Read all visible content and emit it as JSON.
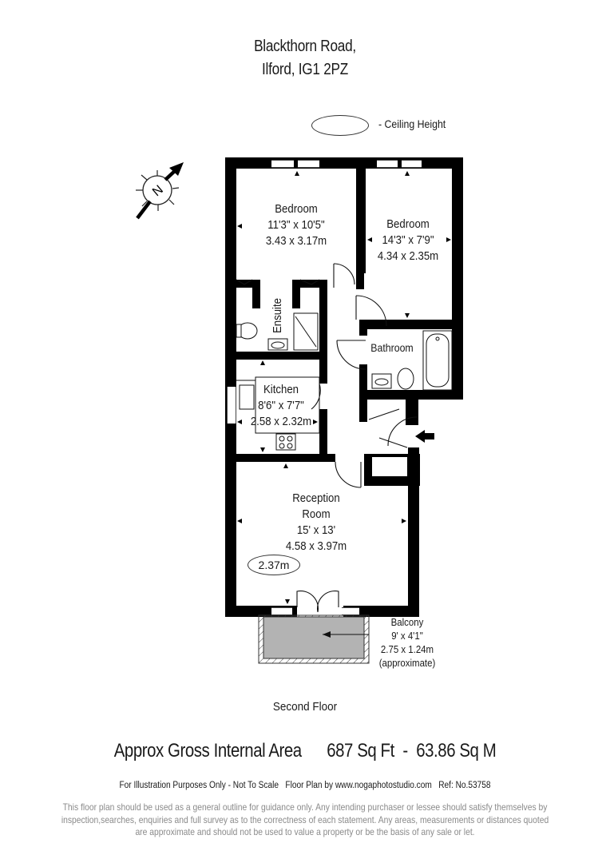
{
  "header": {
    "address_line1": "Blackthorn Road,",
    "address_line2": "Ilford, IG1 2PZ"
  },
  "legend": {
    "ceiling_height_label": "- Ceiling Height",
    "icon": "oval-ceiling-height-marker"
  },
  "compass": {
    "icon": "north-arrow-compass",
    "label": "N"
  },
  "rooms": [
    {
      "name": "Bedroom",
      "imperial": "11'3\" x 10'5\"",
      "metric": "3.43 x 3.17m"
    },
    {
      "name": "Bedroom",
      "imperial": "14'3\" x 7'9\"",
      "metric": "4.34 x 2.35m"
    },
    {
      "name": "Ensuite"
    },
    {
      "name": "Bathroom"
    },
    {
      "name": "Kitchen",
      "imperial": "8'6\" x 7'7\"",
      "metric": "2.58 x 2.32m"
    },
    {
      "name_line1": "Reception",
      "name_line2": "Room",
      "imperial": "15' x 13'",
      "metric": "4.58 x 3.97m",
      "ceiling_height": "2.37m"
    },
    {
      "name": "Balcony",
      "imperial": "9' x 4'1\"",
      "metric": "2.75 x 1.24m",
      "note": "(approximate)"
    }
  ],
  "floor_label": "Second Floor",
  "area": {
    "label": "Approx Gross Internal Area",
    "sq_ft": "687 Sq Ft",
    "separator": "-",
    "sq_m": "63.86 Sq M"
  },
  "credits": {
    "illustration": "For Illustration Purposes Only - Not To Scale",
    "by": "Floor Plan by www.nogaphotostudio.com",
    "ref": "Ref: No.53758"
  },
  "disclaimer": "This floor plan should be used as a general outline for guidance only. Any intending purchaser or lessee should satisfy themselves by inspection,searches, enquiries and full survey as to the correctness of each statement. Any areas, measurements or distances quoted are approximate and should not be used to value a property or be the basis of any sale or let.",
  "colors": {
    "wall": "#000000",
    "balcony_fill": "#b3b3b3",
    "disclaimer_text": "#8a8a8a"
  }
}
